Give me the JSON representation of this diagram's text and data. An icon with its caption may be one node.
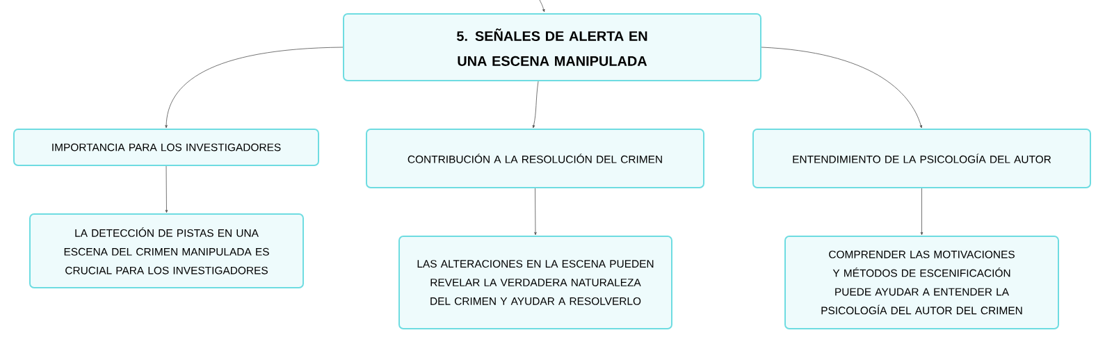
{
  "diagram": {
    "nodes": [
      {
        "text": [
          "5. SEÑALES DE ALERTA EN UNA ESCENA MANIPULADA"
        ]
      },
      {
        "text": [
          "IMPORTANCIA PARA LOS INVESTIGADORES"
        ]
      },
      {
        "text": [
          "CONTRIBUCIÓN A LA RESOLUCIÓN DEL CRIMEN"
        ]
      },
      {
        "text": [
          "ENTENDIMIENTO DE LA PSICOLOGÍA DEL AUTOR"
        ]
      },
      {
        "text": [
          "LA DETECCIÓN DE PISTAS EN UNA ESCENA DEL CRIMEN MANIPULADA ES CRUCIAL PARA LOS INVESTIGADORES"
        ]
      },
      {
        "text": [
          "LAS ALTERACIONES EN LA ESCENA PUEDEN REVELAR LA VERDADERA NATURALEZA DEL CRIMEN Y AYUDAR A RESOLVERLO"
        ]
      },
      {
        "text": [
          "COMPRENDER LAS MOTIVACIONES Y MÉTODOS DE ESCENIFICACIÓN PUEDE AYUDAR A ENTENDER LA PSICOLOGÍA DEL AUTOR DEL CRIMEN"
        ]
      }
    ],
    "edges": [
      {
        "from": null,
        "to": 0,
        "arrow": "to"
      },
      {
        "from": 0,
        "to": 1,
        "arrow": "to"
      },
      {
        "from": 0,
        "to": 2,
        "arrow": "to"
      },
      {
        "from": 0,
        "to": 3,
        "arrow": "to"
      },
      {
        "from": 1,
        "to": 4,
        "arrow": "to"
      },
      {
        "from": 2,
        "to": 5,
        "arrow": "to"
      },
      {
        "from": 3,
        "to": 6,
        "arrow": "to"
      }
    ]
  }
}
